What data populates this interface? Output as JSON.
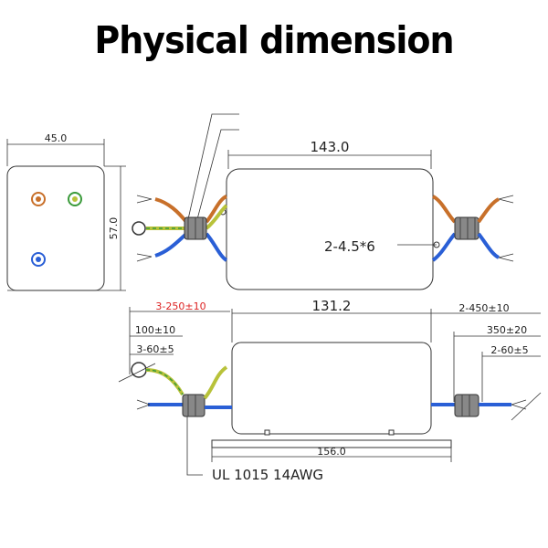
{
  "title": "Physical dimension",
  "dimensions": {
    "side_width": "45.0",
    "side_height": "57.0",
    "top_length": "143.0",
    "mount_holes": "2-4.5*6",
    "lead_left_total": "3-250±10",
    "lead_left_stripped_1": "100±10",
    "lead_left_stripped_2": "3-60±5",
    "body_length": "131.2",
    "lead_right_total": "2-450±10",
    "lead_right_mid": "350±20",
    "lead_right_end": "2-60±5",
    "flange_length": "156.0",
    "wire_spec": "UL  1015  14AWG"
  },
  "colors": {
    "brown": "#c8702a",
    "blue": "#2a5fd6",
    "yellow_green": "#b8c23a",
    "green": "#3a9a3a",
    "red_label": "#d22222"
  }
}
